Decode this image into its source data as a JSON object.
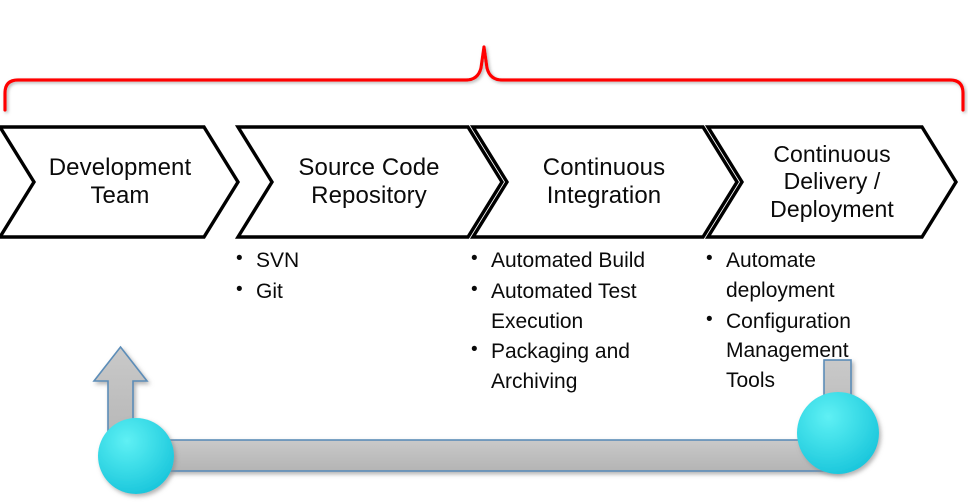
{
  "diagram": {
    "title_brace": "red-curly-brace",
    "stages": [
      {
        "label": "Development\nTeam",
        "name": "development-team"
      },
      {
        "label": "Source Code\nRepository",
        "name": "source-code-repository"
      },
      {
        "label": "Continuous\nIntegration",
        "name": "continuous-integration"
      },
      {
        "label": "Continuous\nDelivery /\nDeployment",
        "name": "continuous-delivery-deployment"
      }
    ],
    "bullet_columns": [
      {
        "stage": "source-code-repository",
        "items": [
          "SVN",
          "Git"
        ]
      },
      {
        "stage": "continuous-integration",
        "items": [
          "Automated Build",
          "Automated Test Execution",
          "Packaging and Archiving"
        ]
      },
      {
        "stage": "continuous-delivery-deployment",
        "items": [
          "Automate deployment",
          "Configuration Management Tools"
        ]
      }
    ],
    "feedback_loop": {
      "name": "feedback-loop",
      "arrow_direction": "up",
      "node_count": 2
    },
    "colors": {
      "brace": "#FF0000",
      "chevron_outline": "#000000",
      "chevron_fill": "#FFFFFF",
      "text": "#0A0A0A",
      "loop_bar_fill": "#BFBFBF",
      "loop_bar_outline": "#5B8DB8",
      "node_cyan_light": "#45E6EE",
      "node_cyan_dark": "#1FC8DC"
    }
  }
}
